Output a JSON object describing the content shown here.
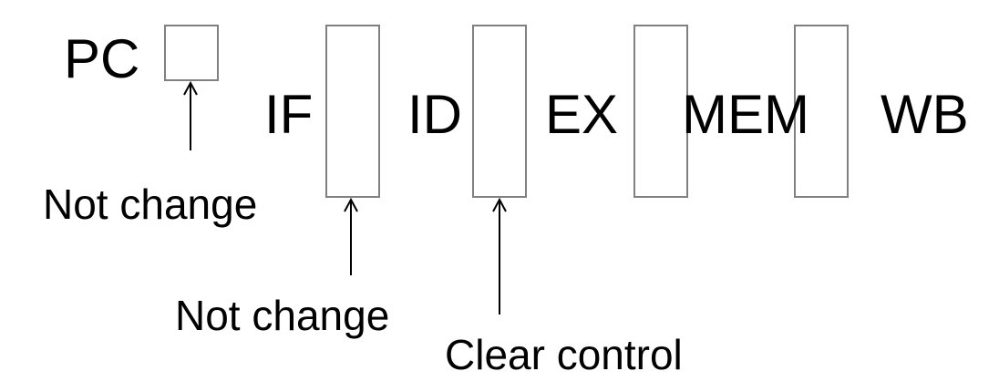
{
  "diagram": {
    "pc_label": "PC",
    "stages": {
      "if": "IF",
      "id": "ID",
      "ex": "EX",
      "mem": "MEM",
      "wb": "WB"
    },
    "annotations": {
      "pc_note": "Not change",
      "if_id_note": "Not change",
      "id_ex_note": "Clear control"
    },
    "colors": {
      "register_stroke": "#808080",
      "arrow": "#000000",
      "text": "#000000",
      "background": "#ffffff"
    }
  }
}
